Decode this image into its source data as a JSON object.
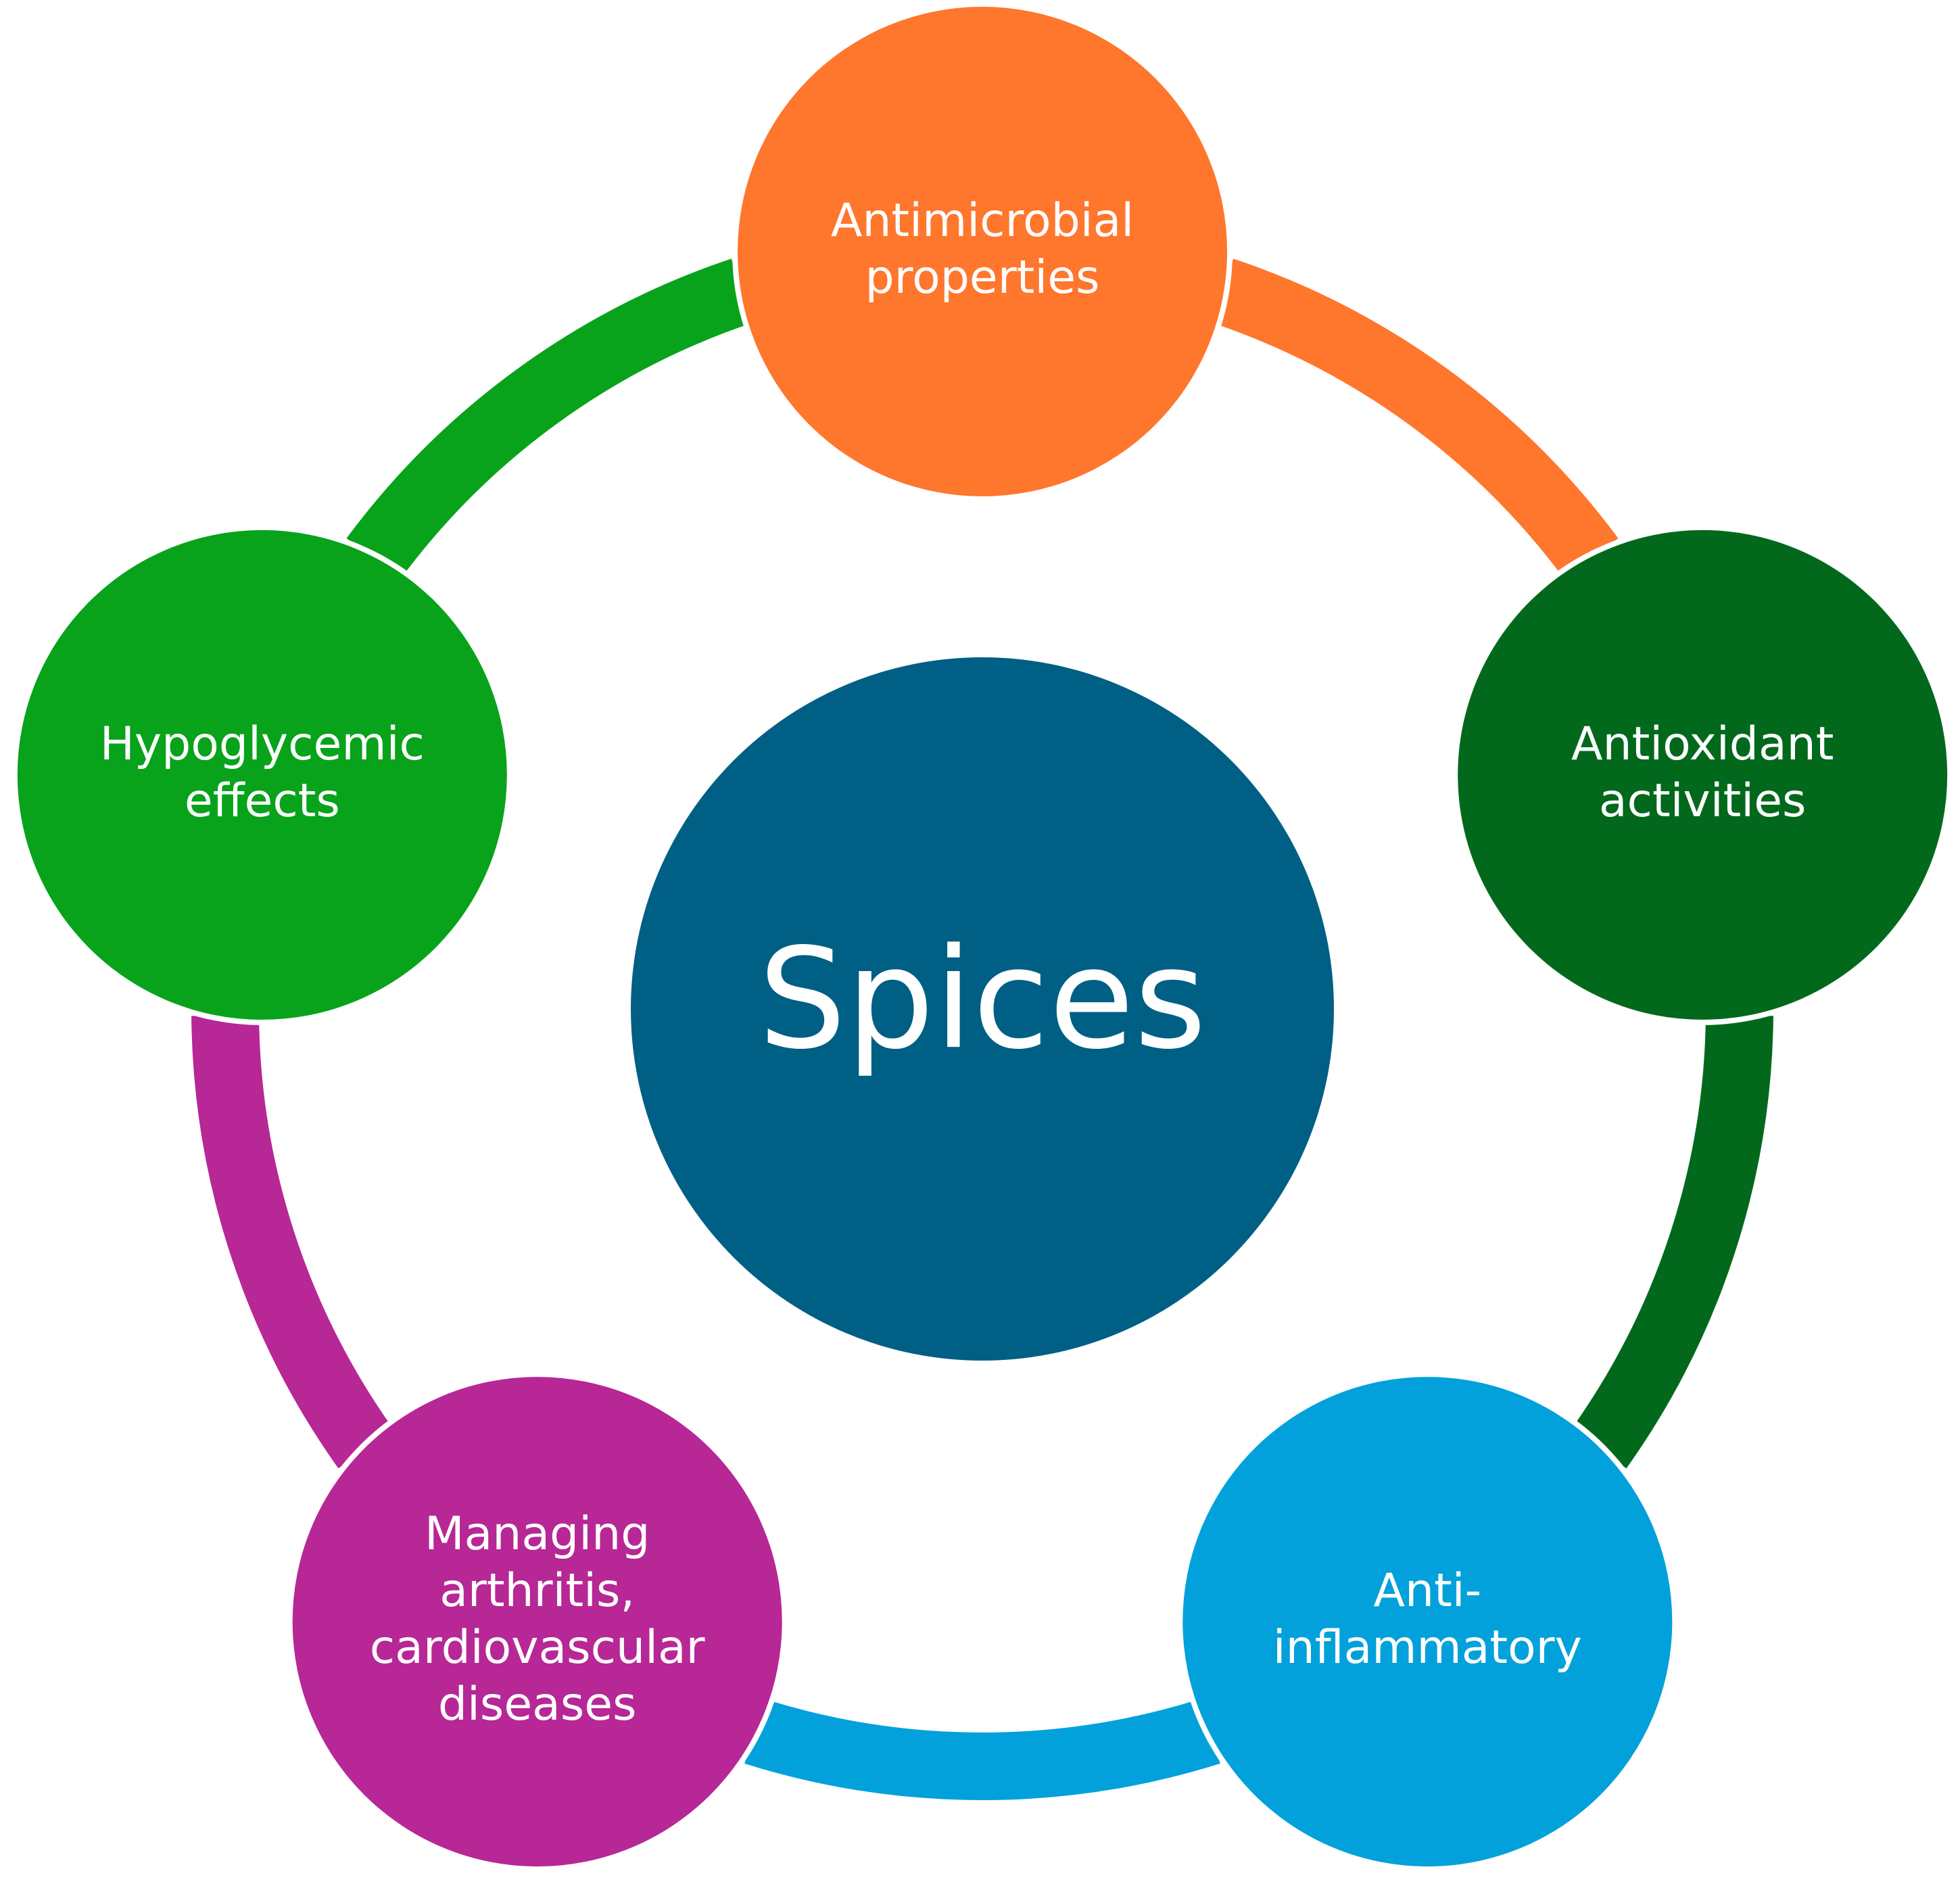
{
  "center": {
    "label": "Spices",
    "color": "#005F84"
  },
  "nodes": [
    {
      "id": "antimicrobial",
      "lines": [
        "Antimicrobial",
        "properties"
      ],
      "color": "#FF762D"
    },
    {
      "id": "antioxidant",
      "lines": [
        "Antioxidant",
        "activities"
      ],
      "color": "#02691C"
    },
    {
      "id": "anti-inflammatory",
      "lines": [
        "Anti-",
        "inflammatory"
      ],
      "color": "#02A1DB"
    },
    {
      "id": "managing-arthritis",
      "lines": [
        "Managing",
        "arthritis,",
        "cardiovascular",
        "diseases"
      ],
      "color": "#B72796"
    },
    {
      "id": "hypoglycemic",
      "lines": [
        "Hypoglycemic",
        "effects"
      ],
      "color": "#08A31B"
    }
  ]
}
